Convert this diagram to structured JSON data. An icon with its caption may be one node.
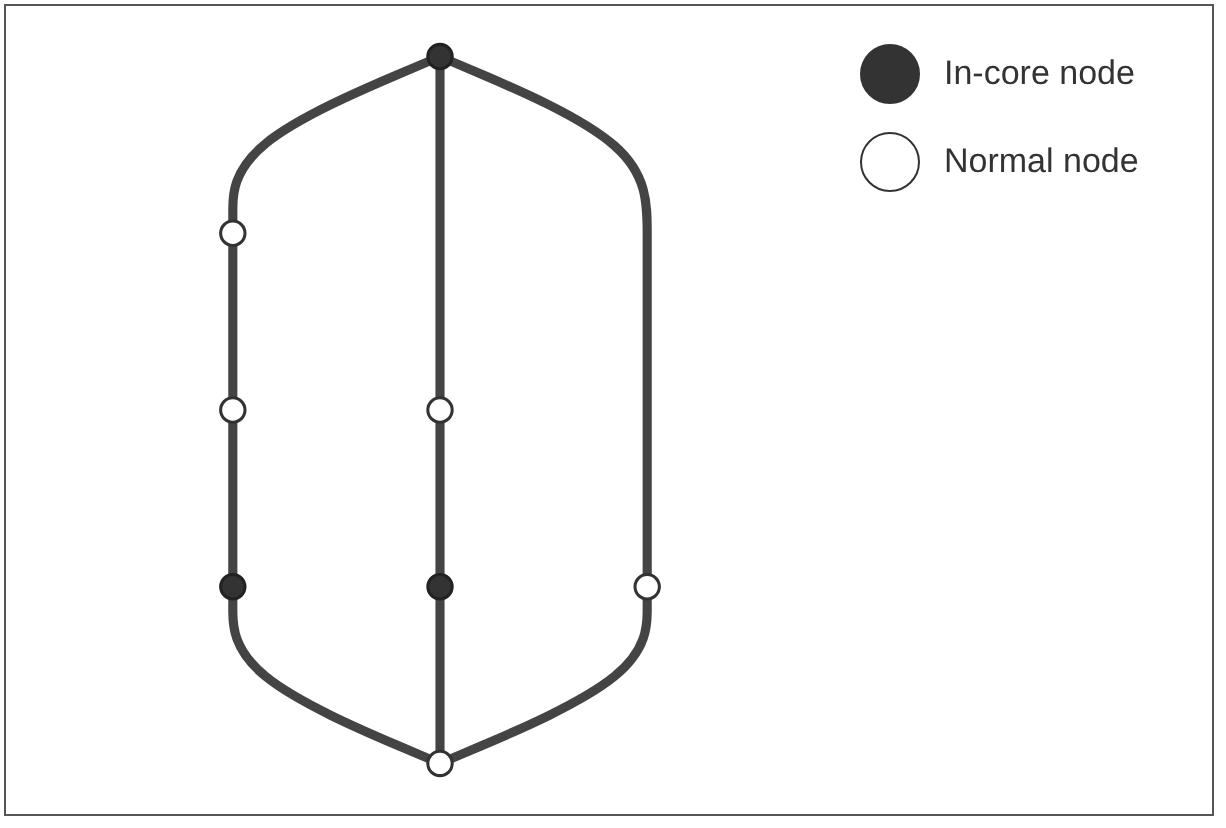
{
  "diagram": {
    "nodes": [
      {
        "text": [],
        "shape": "circle"
      },
      {
        "text": [],
        "shape": "circle"
      },
      {
        "text": [],
        "shape": "circle"
      },
      {
        "text": [],
        "shape": "circle"
      },
      {
        "text": [],
        "shape": "circle"
      },
      {
        "text": [],
        "shape": "circle"
      },
      {
        "text": [],
        "shape": "circle"
      },
      {
        "text": [],
        "shape": "circle"
      }
    ],
    "edges": [
      {
        "from": 1,
        "to": 0,
        "arrow": "none"
      },
      {
        "from": 0,
        "to": 3,
        "arrow": "none"
      },
      {
        "from": 1,
        "to": 2,
        "arrow": "none"
      },
      {
        "from": 2,
        "to": 5,
        "arrow": "none"
      },
      {
        "from": 5,
        "to": 7,
        "arrow": "none"
      },
      {
        "from": 7,
        "to": 6,
        "arrow": "none"
      },
      {
        "from": 3,
        "to": 6,
        "arrow": "none"
      },
      {
        "from": 1,
        "to": 4,
        "arrow": "none"
      },
      {
        "from": 4,
        "to": 6,
        "arrow": "none"
      }
    ],
    "legend": [
      {
        "text": "In-core node",
        "color": "#333333"
      },
      {
        "text": "Normal node",
        "color": "#ffffff"
      }
    ]
  }
}
